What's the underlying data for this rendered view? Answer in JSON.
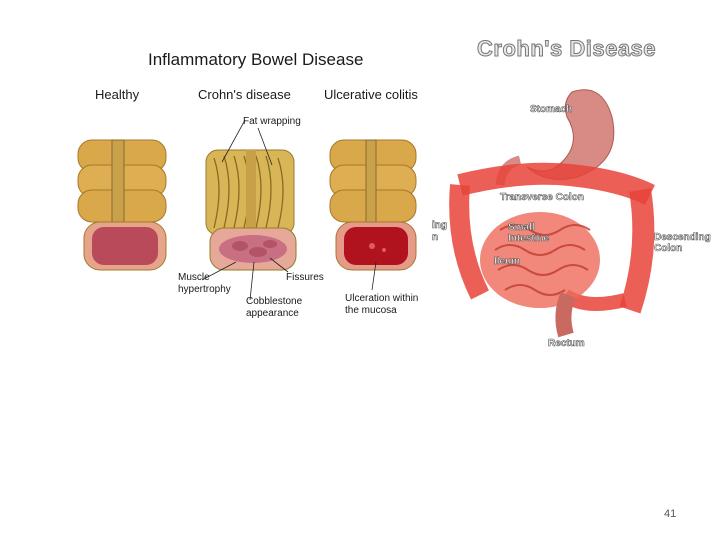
{
  "ibd": {
    "title": "Inflammatory Bowel Disease",
    "columns": [
      "Healthy",
      "Crohn's disease",
      "Ulcerative colitis"
    ],
    "labels": {
      "fat_wrapping": "Fat wrapping",
      "muscle_hypertrophy": "Muscle hypertrophy",
      "fissures": "Fissures",
      "cobblestone": "Cobblestone appearance",
      "ulceration": "Ulceration within the mucosa"
    }
  },
  "crohns": {
    "title": "Crohn's Disease",
    "labels": {
      "stomach": "Stomach",
      "transverse_colon": "Transverse Colon",
      "small_intestine": "Small Intestine",
      "descending_colon": "Descending Colon",
      "ileum": "Ileum",
      "rectum": "Rectum",
      "cut_left_1": "ing",
      "cut_left_2": "n"
    }
  },
  "page_number": "41",
  "colors": {
    "tissue": "#d4b04a",
    "lumen_healthy": "#b84a5a",
    "lumen_uc": "#b0131e",
    "inflamed": "#e8433a"
  }
}
